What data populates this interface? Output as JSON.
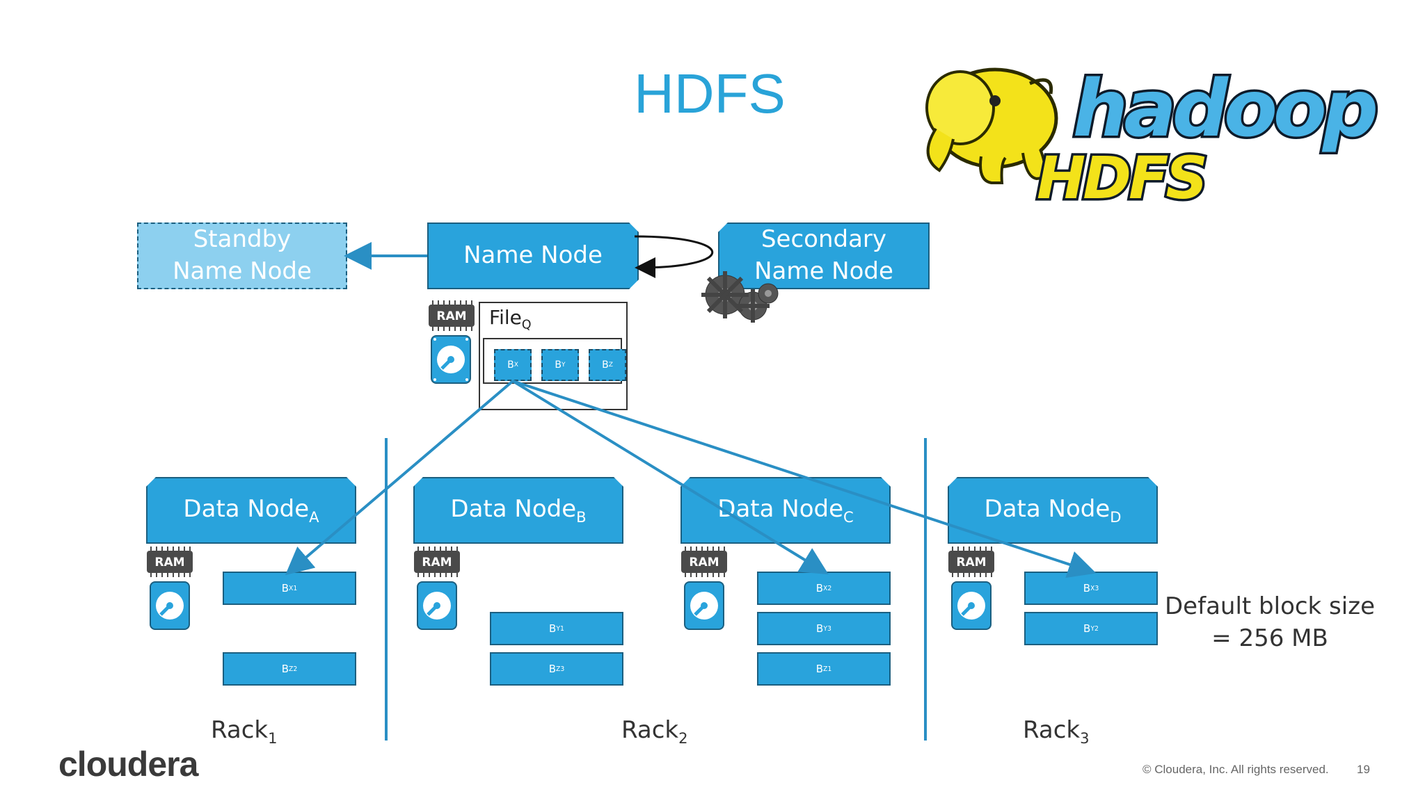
{
  "title": "HDFS",
  "logo": {
    "brand_text": "hadoop",
    "sub_text": "HDFS"
  },
  "nodes": {
    "standby": {
      "line1": "Standby",
      "line2": "Name Node"
    },
    "name_node": {
      "label": "Name Node"
    },
    "secondary": {
      "line1": "Secondary",
      "line2": "Name Node"
    }
  },
  "file": {
    "name": "File",
    "name_sub": "Q",
    "blocks": [
      {
        "base": "B",
        "sub": "X"
      },
      {
        "base": "B",
        "sub": "Y"
      },
      {
        "base": "B",
        "sub": "Z"
      }
    ]
  },
  "ram_label": "RAM",
  "data_nodes": [
    {
      "base": "Data Node",
      "sub": "A",
      "blocks": [
        {
          "base": "B",
          "sub": "X1"
        },
        {
          "base": "B",
          "sub": "Z2"
        }
      ]
    },
    {
      "base": "Data Node",
      "sub": "B",
      "blocks": [
        {
          "base": "B",
          "sub": "Y1"
        },
        {
          "base": "B",
          "sub": "Z3"
        }
      ]
    },
    {
      "base": "Data Node",
      "sub": "C",
      "blocks": [
        {
          "base": "B",
          "sub": "X2"
        },
        {
          "base": "B",
          "sub": "Y3"
        },
        {
          "base": "B",
          "sub": "Z1"
        }
      ]
    },
    {
      "base": "Data Node",
      "sub": "D",
      "blocks": [
        {
          "base": "B",
          "sub": "X3"
        },
        {
          "base": "B",
          "sub": "Y2"
        }
      ]
    }
  ],
  "racks": [
    {
      "base": "Rack",
      "sub": "1"
    },
    {
      "base": "Rack",
      "sub": "2"
    },
    {
      "base": "Rack",
      "sub": "3"
    }
  ],
  "block_size": {
    "line1": "Default block size",
    "line2": "= 256 MB"
  },
  "footer": {
    "brand": "cloudera",
    "copyright": "© Cloudera, Inc. All rights reserved.",
    "page": "19"
  },
  "colors": {
    "accent": "#29a3dc",
    "standby": "#8dd0ef",
    "arrow": "#2a8fc4",
    "title": "#29a3d8"
  }
}
